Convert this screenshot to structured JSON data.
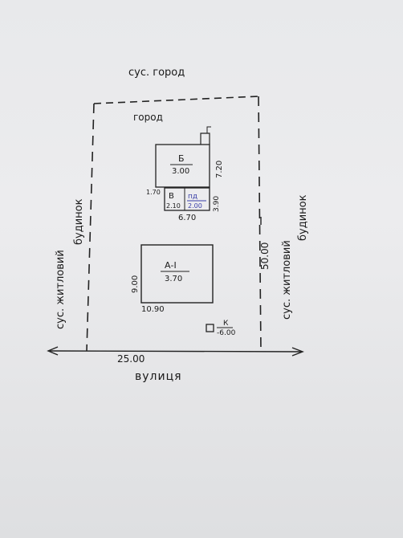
{
  "labels": {
    "top_outside": "сус. город",
    "top_inside": "город",
    "left_neighbor_1": "сус. житловий",
    "left_neighbor_2": "будинок",
    "right_neighbor_1": "сус. житловий",
    "right_neighbor_2": "будинок",
    "street": "вулиця",
    "width_dim": "25.00",
    "depth_dim": "50.00"
  },
  "buildings": {
    "b": {
      "letter": "Б",
      "height": "3.00",
      "side_dim": "7.20",
      "left_dim": "1.70"
    },
    "v": {
      "letter": "В",
      "pd_label": "пд",
      "pd_height": "2.00",
      "height": "2.10",
      "side_dim": "3.90",
      "bottom_dim": "6.70"
    },
    "a": {
      "letter": "А-I",
      "height": "3.70",
      "side_dim": "9.00",
      "bottom_dim": "10.90"
    },
    "k": {
      "letter": "К",
      "dim": "6.00"
    }
  },
  "colors": {
    "ink": "#1a1a1a",
    "pen_blue": "#3a3fa8",
    "paper": "#ebecee"
  }
}
